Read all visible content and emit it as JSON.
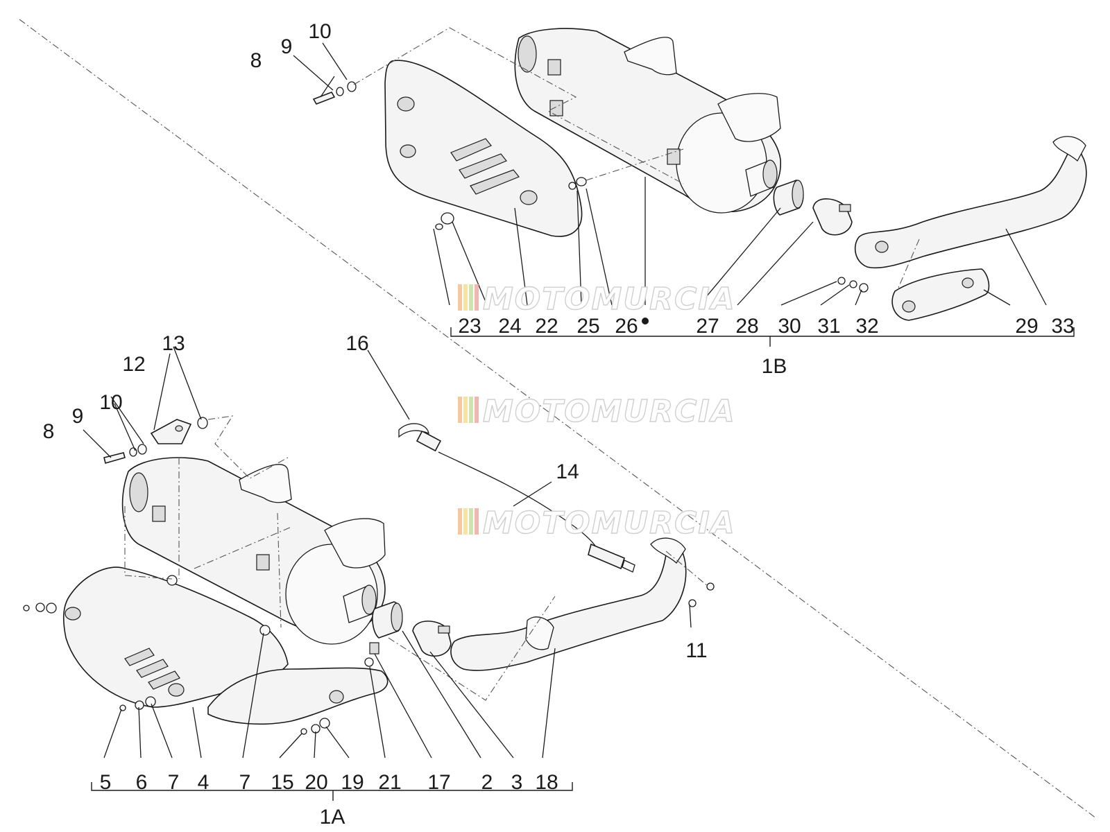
{
  "watermark": {
    "text": "MOTOMURCIA"
  },
  "group_1A": {
    "label": "1A",
    "callouts": [
      "5",
      "6",
      "7",
      "4",
      "7",
      "15",
      "20",
      "19",
      "21",
      "17",
      "2",
      "3",
      "18"
    ]
  },
  "group_1B": {
    "label": "1B",
    "callouts": [
      "23",
      "24",
      "22",
      "25",
      "26",
      "27",
      "28",
      "30",
      "31",
      "32",
      "29",
      "33"
    ]
  },
  "labels": {
    "n8_top": "8",
    "n9_top": "9",
    "n10_top": "10",
    "n8_left": "8",
    "n9_left": "9",
    "n10_left": "10",
    "n12": "12",
    "n13": "13",
    "n14": "14",
    "n16": "16",
    "n11": "11"
  },
  "colors": {
    "line": "#1a1a1a",
    "part_fill": "#f4f4f4",
    "background": "#ffffff"
  }
}
